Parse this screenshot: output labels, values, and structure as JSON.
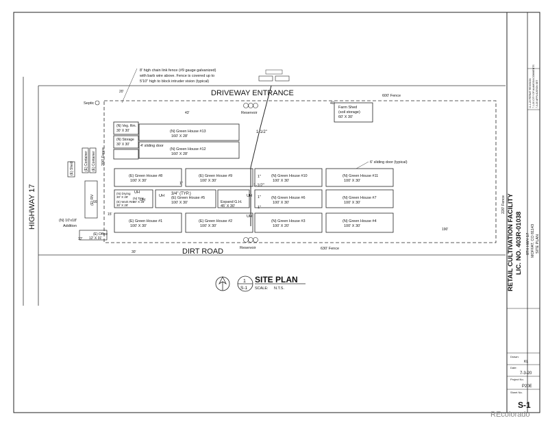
{
  "roads": {
    "highway": "HIGHWAY 17",
    "driveway": "DRIVEWAY ENTRANCE",
    "dirt_road": "DIRT ROAD"
  },
  "fences": {
    "north": "600' Fence",
    "south": "630' Fence",
    "west": "200' Fence",
    "east": "220' Fence"
  },
  "callouts": {
    "chain_link": "8' high chain link fence (#9 gauge galvanized)",
    "chain_link_2": "with barb wire above. Fence is covered up to",
    "chain_link_3": "5'10\" high to block intruder vision (typical)",
    "sliding_door_typical": "6' sliding door (typical)",
    "sliding_door": "4' sliding door",
    "pipe_1": "1-1/2\"",
    "pipe_2": "1-1/2\"",
    "pipe_3": "3/4\" (TYP.)",
    "pipe_4": "1\"",
    "pipe_5": "1\"",
    "pipe_6": "1\"",
    "pipe_7": "1\""
  },
  "dims": {
    "d20_top": "20'",
    "d43": "43'",
    "d40": "40'",
    "d15": "15'",
    "d30": "30'",
    "d16": "16'",
    "d190": "190'",
    "d12": "12'"
  },
  "utilities": {
    "septic": "Septic",
    "reservoir_top": "Reservoir",
    "reservoir_bottom": "Reservoir",
    "uh_1": "UH",
    "uh_2": "UH",
    "uh_3": "UH",
    "uh_4": "UH",
    "uh_5": "UH"
  },
  "buildings": {
    "gh13": {
      "name": "(N) Green House #13",
      "size": "160' X 28'"
    },
    "gh12": {
      "name": "(N) Green House #12",
      "size": "160' X 28'"
    },
    "gh8": {
      "name": "(E) Green House #8",
      "size": "100' X 30'"
    },
    "gh9": {
      "name": "(E) Green House #9",
      "size": "100' X 30'"
    },
    "gh10": {
      "name": "(N) Green House #10",
      "size": "100' X 30'"
    },
    "gh11": {
      "name": "(N) Green House #11",
      "size": "100' X 30'"
    },
    "gh5": {
      "name": "(E) Green House #5",
      "size": "100' X 30'"
    },
    "gh6": {
      "name": "(N) Green House #6",
      "size": "100' X 30'"
    },
    "gh7": {
      "name": "(N) Green House #7",
      "size": "100' X 30'"
    },
    "gh1": {
      "name": "(E) Green House #1",
      "size": "100' X 30'"
    },
    "gh2": {
      "name": "(E) Green House #2",
      "size": "100' X 30'"
    },
    "gh3": {
      "name": "(N) Green House #3",
      "size": "100' X 20'"
    },
    "gh4": {
      "name": "(N) Green House #4",
      "size": "100' X 30'"
    },
    "expand": {
      "name": "Expand G.H.",
      "size": "45' X 30'"
    },
    "farm_shed": {
      "name": "Farm Shed",
      "sub": "(soil storage)",
      "size": "60' X 30'"
    },
    "veg_rm": {
      "name": "(N) Veg. Rm.",
      "size": "30' X 30'"
    },
    "storage": {
      "name": "(N) Storage",
      "size": "30' X 30'"
    },
    "container_1": "(E) Container",
    "container_2": "(E) Container",
    "shed": "(E) Shed",
    "rv": "(E) RV",
    "addition": {
      "name": "(N) 10'x18'",
      "sub": "Addition"
    },
    "office": {
      "name": "(E) Office",
      "size": "12' X 31'"
    },
    "drying": {
      "name": "(N) Drying",
      "size": "30' X 28'"
    },
    "work_rm": {
      "name": "(E) Work Rm",
      "size": "30' X 28'"
    },
    "trim": {
      "name": "(N) Trim",
      "size": "30' X 28'"
    }
  },
  "title_block_main": {
    "title_1": "RETAIL CULTIVATION FACILITY",
    "title_2": "LIC. NO. 403R-01038",
    "address_1": "8TH HWY 17",
    "address_2": "MOFFAT, CO 81143",
    "sheet_title": "SITE PLAN"
  },
  "title_block_fields": {
    "drawn_label": "Drawn:",
    "drawn_value": "KL",
    "date_label": "Date:",
    "date_value": "7-3-20",
    "project_label": "Project No.",
    "project_value": "P20E",
    "sheet_label": "Sheet No.",
    "sheet_value": "S-1"
  },
  "revisions": [
    "11-1-20  PERMIT REVISION",
    "7-1-20  CITY OF ALAMOSA COMMENTS",
    "7-3-20  APPLICATION SET"
  ],
  "plan_title": {
    "number": "1",
    "sheet": "S-1",
    "title": "SITE PLAN",
    "scale_label": "SCALE:",
    "scale_value": "N.T.S."
  },
  "watermark": "REcolorado"
}
